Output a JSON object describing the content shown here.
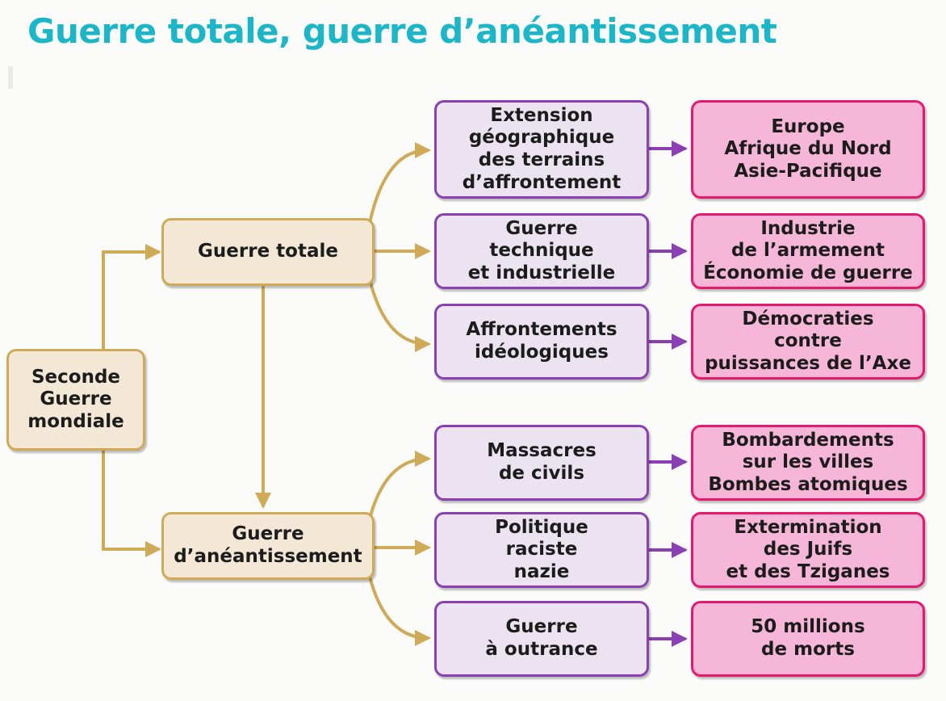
{
  "title": "Guerre totale, guerre d’anéantissement",
  "root": "Seconde\nGuerre\nmondiale",
  "mid": {
    "total": "Guerre totale",
    "aneantissement": "Guerre\nd’anéantissement"
  },
  "rows": [
    {
      "cause": "Extension\ngéographique\ndes terrains\nd’affrontement",
      "result": "Europe\nAfrique du Nord\nAsie-Pacifique"
    },
    {
      "cause": "Guerre\ntechnique\net industrielle",
      "result": "Industrie\nde l’armement\nÉconomie de guerre"
    },
    {
      "cause": "Affrontements\nidéologiques",
      "result": "Démocraties\ncontre\npuissances de l’Axe"
    },
    {
      "cause": "Massacres\nde civils",
      "result": "Bombardements\nsur les villes\nBombes atomiques"
    },
    {
      "cause": "Politique\nraciste\nnazie",
      "result": "Extermination\ndes Juifs\net des Tziganes"
    },
    {
      "cause": "Guerre\nà outrance",
      "result": "50 millions\nde morts"
    }
  ],
  "colors": {
    "title": "#1cb6c9",
    "gold_border": "#cfaa57",
    "gold_fill": "#f3e8d6",
    "purple_border": "#8a3fb4",
    "purple_fill": "#ece3f1",
    "pink_border": "#e8196c",
    "pink_fill": "#f6b6d8"
  }
}
